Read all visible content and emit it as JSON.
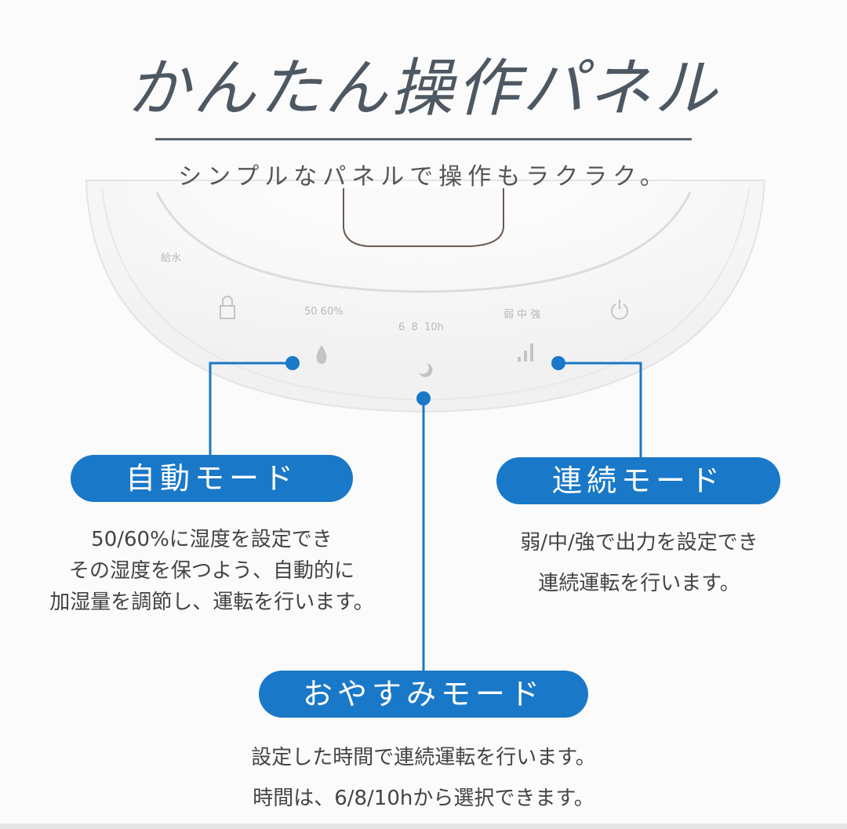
{
  "title": "かんたん操作パネル",
  "subtitle": "シンプルなパネルで操作もラクラク。",
  "panel": {
    "water_label": "給水",
    "humidity_label": "50 60%",
    "timer_label": "6  8  10h",
    "strength_label": "弱 中 強",
    "icons": [
      "lock-icon",
      "water-drop-icon",
      "moon-icon",
      "signal-bars-icon",
      "power-icon"
    ]
  },
  "accent_color": "#1a78c8",
  "modes": {
    "auto": {
      "label": "自動モード",
      "desc": [
        "50/60%に湿度を設定でき",
        "その湿度を保つよう、自動的に",
        "加湿量を調節し、運転を行います。"
      ]
    },
    "continuous": {
      "label": "連続モード",
      "desc": [
        "弱/中/強で出力を設定でき",
        "連続運転を行います。"
      ]
    },
    "sleep": {
      "label": "おやすみモード",
      "desc": [
        "設定した時間で連続運転を行います。",
        "時間は、6/8/10hから選択できます。"
      ]
    }
  }
}
